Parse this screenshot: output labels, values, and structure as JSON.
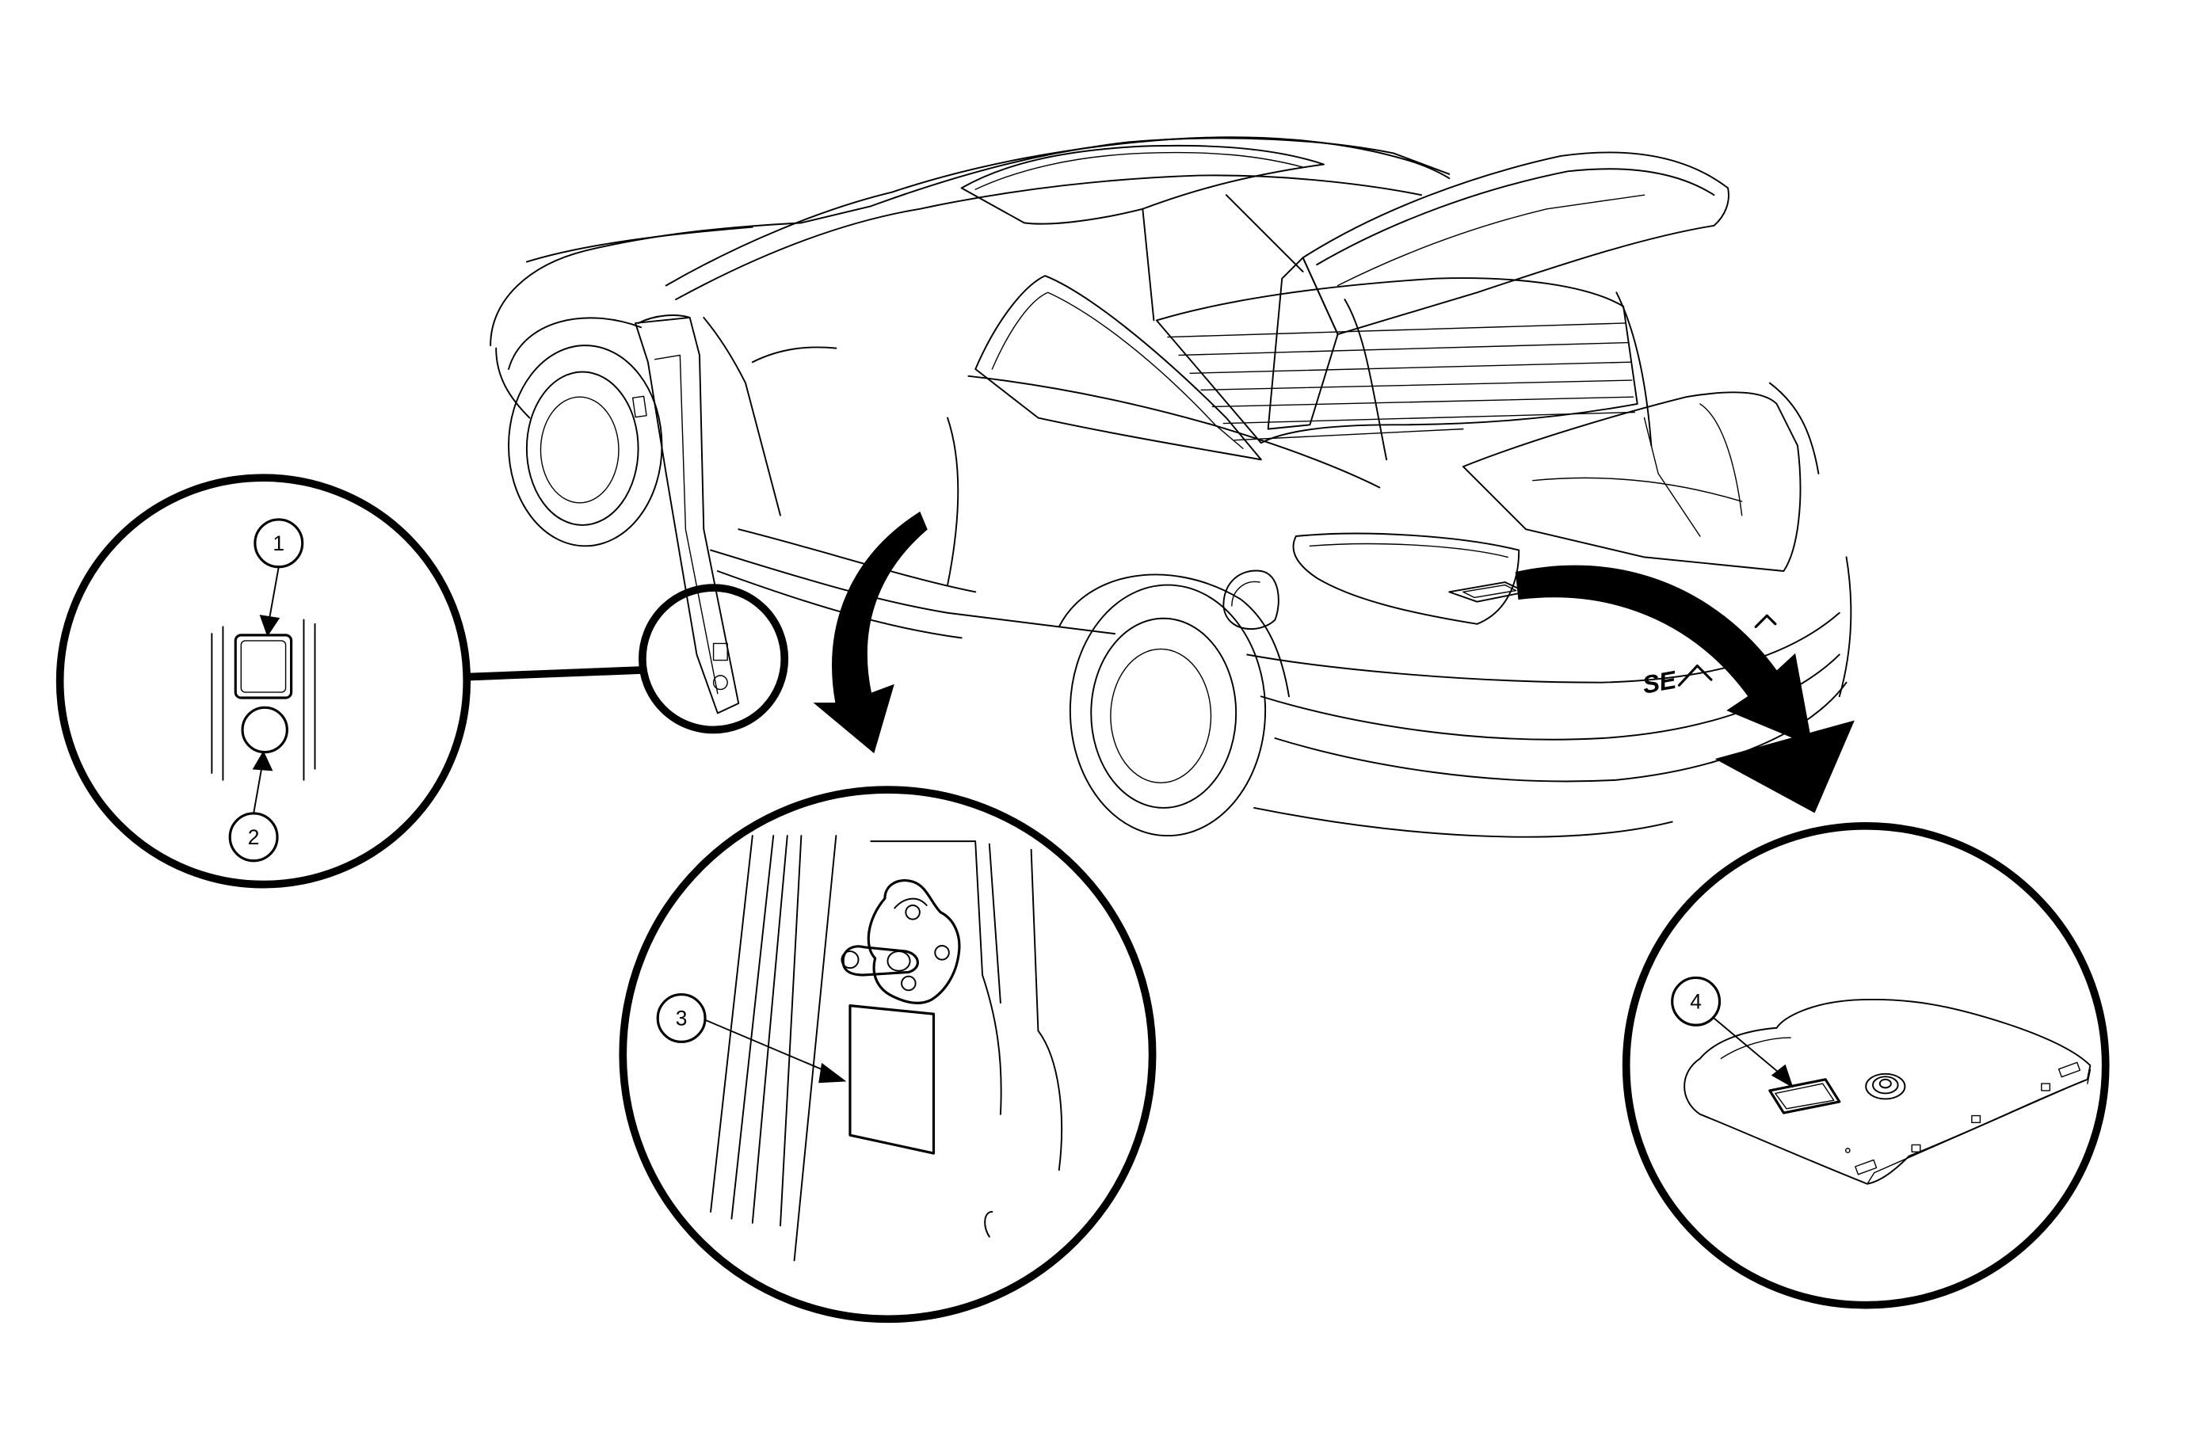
{
  "callouts": [
    {
      "number": "1"
    },
    {
      "number": "2"
    },
    {
      "number": "3"
    },
    {
      "number": "4"
    }
  ],
  "badge_text": "SE"
}
